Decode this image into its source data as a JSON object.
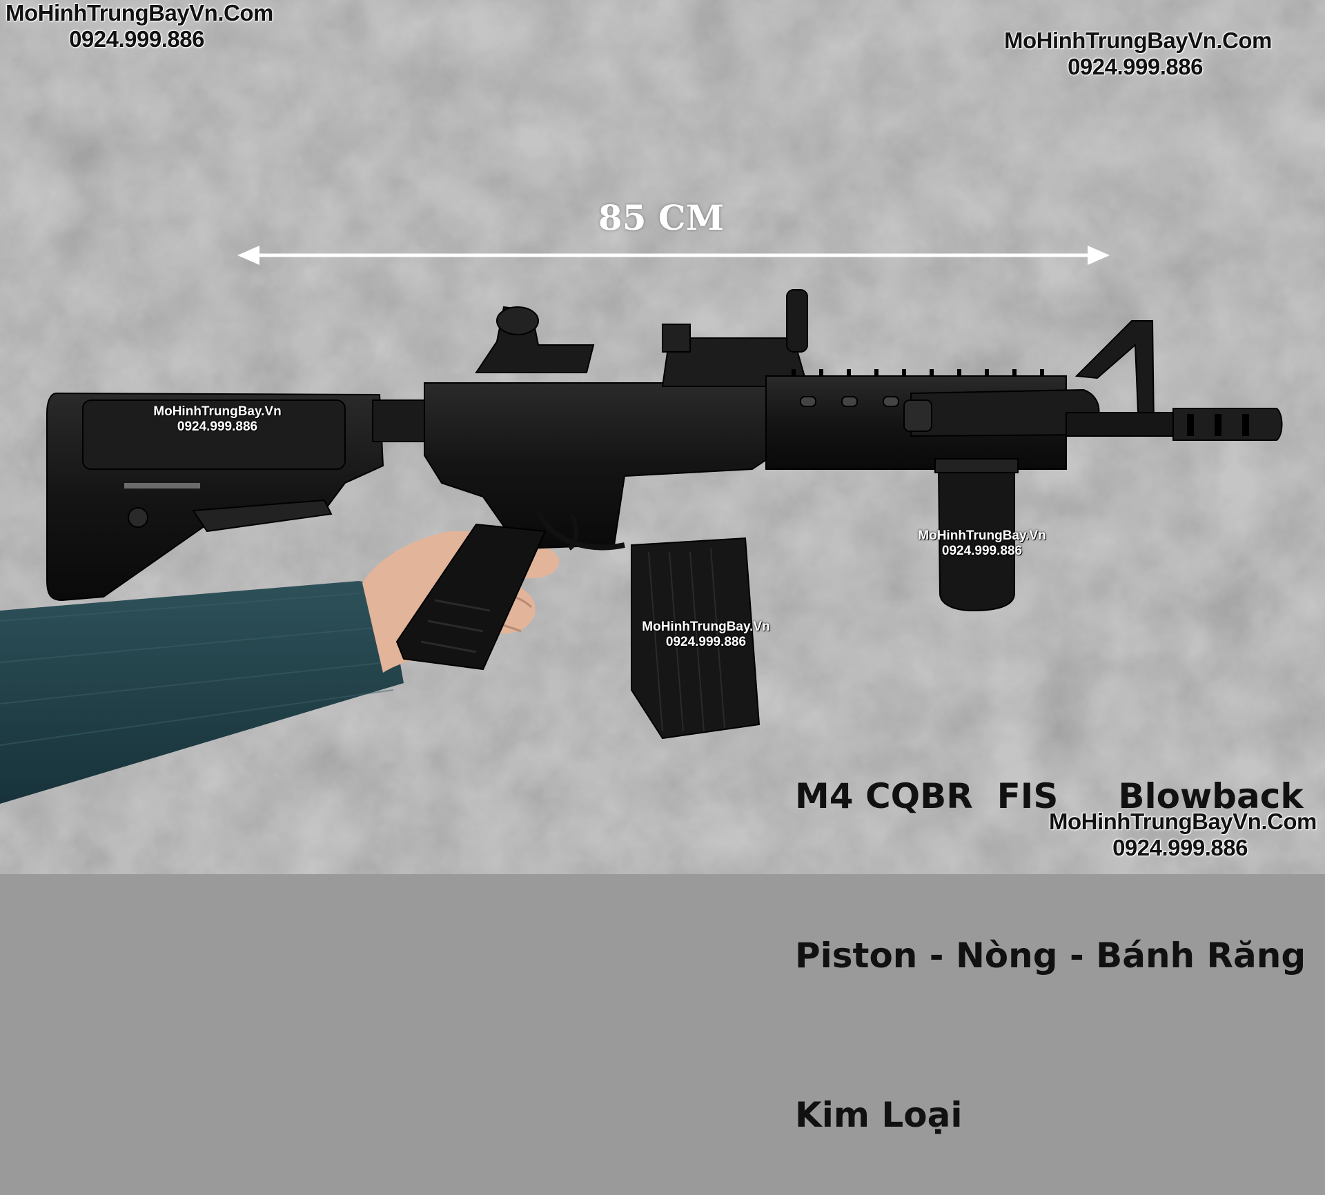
{
  "watermarks": {
    "top_left": {
      "site": "MoHinhTrungBayVn.Com",
      "phone": "0924.999.886"
    },
    "top_right": {
      "site": "MoHinhTrungBayVn.Com",
      "phone": "0924.999.886"
    },
    "stock": {
      "site": "MoHinhTrungBay.Vn",
      "phone": "0924.999.886"
    },
    "grip": {
      "site": "MoHinhTrungBay.Vn",
      "phone": "0924.999.886"
    },
    "magazine": {
      "site": "MoHinhTrungBay.Vn",
      "phone": "0924.999.886"
    },
    "bottom_right": {
      "site": "MoHinhTrungBayVn.Com",
      "phone": "0924.999.886"
    }
  },
  "measurement": {
    "label": "85 CM"
  },
  "product": {
    "line1": "M4 CQBR  FIS     Blowback",
    "line2": "Piston - Nòng - Bánh Răng",
    "line3": "Kim Loại"
  },
  "colors": {
    "wall": "#9a9a9a",
    "gun": "#1a1a1a",
    "sleeve": "#23424a",
    "skin": "#e2b49a"
  },
  "icons": {
    "arrow": "double-headed-arrow"
  }
}
